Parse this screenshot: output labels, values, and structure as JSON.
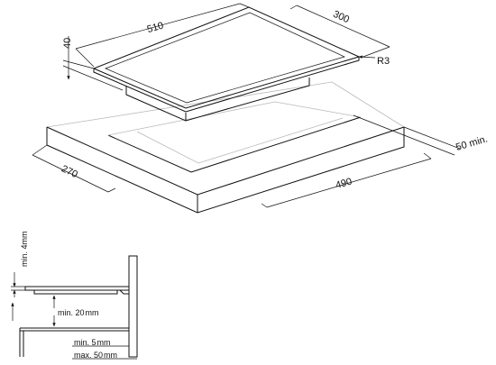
{
  "top_view": {
    "labels": {
      "width": "510",
      "depth": "300",
      "thickness": "40",
      "radius": "R3",
      "cutout_width": "490",
      "cutout_depth": "270",
      "min_edge": "50 min."
    }
  },
  "section_view": {
    "labels": {
      "min_4": "min. 4mm",
      "min_20_value": "min. 20",
      "min_20_unit": "mm",
      "min_5_value": "min.  5",
      "min_5_unit": "mm",
      "max_50_value": "max. 50",
      "max_50_unit": "mm"
    }
  }
}
